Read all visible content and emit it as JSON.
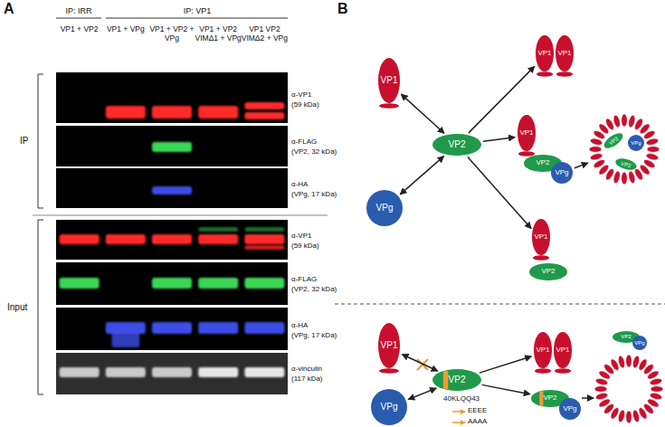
{
  "diagram": {
    "nodes": [
      {
        "text": [
          "VP1"
        ]
      },
      {
        "text": [
          "VP2"
        ]
      },
      {
        "text": [
          "VPg"
        ]
      },
      {
        "text": [
          "VP1"
        ]
      },
      {
        "text": [
          "VP1"
        ]
      },
      {
        "text": [
          "VP1"
        ]
      },
      {
        "text": [
          "VP2"
        ]
      },
      {
        "text": [
          "VPg"
        ]
      },
      {
        "text": []
      },
      {
        "text": [
          "VP2"
        ],
        "in": 8
      },
      {
        "text": [
          "VP2"
        ],
        "in": 8
      },
      {
        "text": [
          "VPg"
        ],
        "in": 8
      },
      {
        "text": [
          "VP1"
        ]
      },
      {
        "text": [
          "VP2"
        ]
      },
      {
        "text": [
          "VP1"
        ]
      },
      {
        "text": [
          "VP2"
        ]
      },
      {
        "text": [
          "VPg"
        ]
      },
      {
        "text": [
          "VP1"
        ]
      },
      {
        "text": [
          "VP1"
        ]
      },
      {
        "text": [
          "VP2"
        ]
      },
      {
        "text": [
          "VPg"
        ]
      },
      {
        "text": [
          "VP2"
        ]
      },
      {
        "text": [
          "VPg"
        ]
      }
    ],
    "edges": [
      {
        "from": 0,
        "to": 1,
        "arrow": "both"
      },
      {
        "from": 2,
        "to": 1,
        "arrow": "both"
      },
      {
        "from": 1,
        "to": 3,
        "arrow": "to"
      },
      {
        "from": 1,
        "to": 5,
        "arrow": "to"
      },
      {
        "from": 1,
        "to": 12,
        "arrow": "to"
      },
      {
        "from": 7,
        "to": 8,
        "arrow": "to"
      },
      {
        "from": 14,
        "to": 15,
        "arrow": "both"
      },
      {
        "from": 16,
        "to": 15,
        "arrow": "both"
      },
      {
        "from": 15,
        "to": 17,
        "arrow": "to"
      },
      {
        "from": 15,
        "to": 19,
        "arrow": "to"
      }
    ],
    "labels": [
      "A",
      "IP: IRR",
      "IP: VP1",
      "VP1 + VP2",
      "VP1 + VPg",
      "VP1 + VP2 + VPg",
      "VP1 + VP2 VIMΔ1 + VPg",
      "VP1 VP2 VIMΔ2 + VPg",
      "α-VP1",
      "(59 kDa)",
      "α-FLAG",
      "(VP2, 32 kDa)",
      "α-HA",
      "(VPg, 17 kDa)",
      "IP",
      "α-VP1",
      "(59 kDa)",
      "α-FLAG",
      "(VP2, 32 kDa)",
      "α-HA",
      "(VPg, 17 kDa)",
      "α-vinculin",
      "(117 kDa)",
      "Input",
      "B",
      "40KLQQ43",
      "EEEE",
      "AAAA"
    ]
  }
}
